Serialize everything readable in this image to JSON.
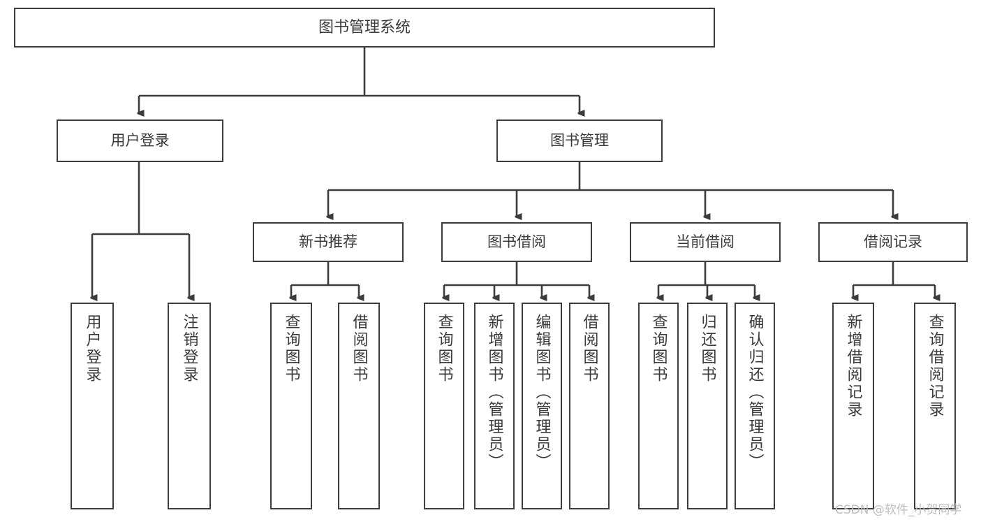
{
  "diagram": {
    "type": "tree",
    "title": "图书管理系统",
    "root": {
      "label": "图书管理系统"
    },
    "level1": [
      {
        "label": "用户登录"
      },
      {
        "label": "图书管理"
      }
    ],
    "level2": [
      {
        "label": "新书推荐"
      },
      {
        "label": "图书借阅"
      },
      {
        "label": "当前借阅"
      },
      {
        "label": "借阅记录"
      }
    ],
    "leaves": {
      "user_login": [
        {
          "label": "用户登录"
        },
        {
          "label": "注销登录"
        }
      ],
      "new_book_recommend": [
        {
          "label": "查询图书"
        },
        {
          "label": "借阅图书"
        }
      ],
      "book_borrow": [
        {
          "label": "查询图书"
        },
        {
          "label": "新增图书（管理员）"
        },
        {
          "label": "编辑图书（管理员）"
        },
        {
          "label": "借阅图书"
        }
      ],
      "current_borrow": [
        {
          "label": "查询图书"
        },
        {
          "label": "归还图书"
        },
        {
          "label": "确认归还（管理员）"
        }
      ],
      "borrow_record": [
        {
          "label": "新增借阅记录"
        },
        {
          "label": "查询借阅记录"
        }
      ]
    },
    "colors": {
      "background": "#ffffff",
      "box_border": "#3c3c3c",
      "box_fill": "#ffffff",
      "text": "#3a3a3a",
      "connector": "#3c3c3c",
      "watermark": "#bdbdbd"
    }
  },
  "watermark": {
    "text": "CSDN @软件_小贺同学"
  }
}
